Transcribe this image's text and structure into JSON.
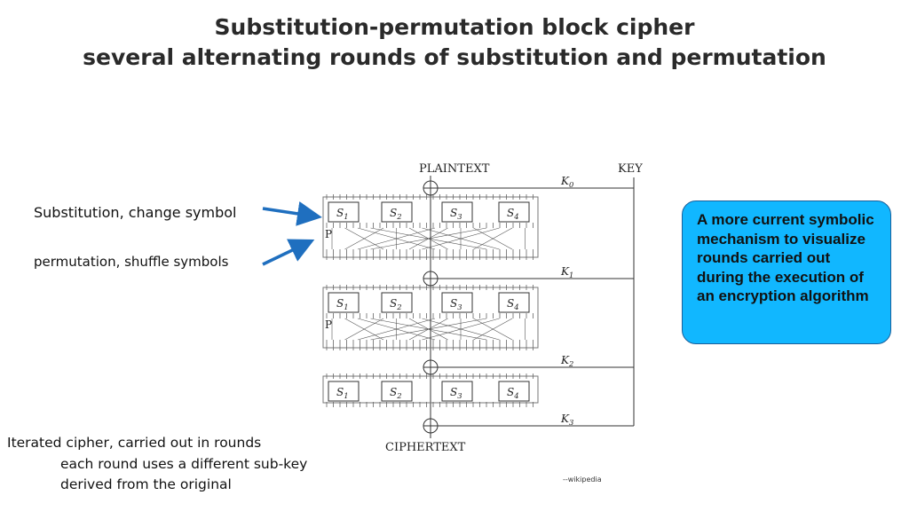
{
  "title": {
    "line1": "Substitution-permutation block cipher",
    "line2": "several alternating rounds of substitution and permutation"
  },
  "labels": {
    "substitution": "Substitution, change symbol",
    "permutation": "permutation, shuffle symbols"
  },
  "diagram": {
    "plaintext": "PLAINTEXT",
    "key": "KEY",
    "ciphertext": "CIPHERTEXT",
    "sbox_labels": [
      "S",
      "S",
      "S",
      "S"
    ],
    "sbox_subscripts": [
      "1",
      "2",
      "3",
      "4"
    ],
    "perm_label": "P",
    "key_label": "K",
    "key_subscripts": [
      "0",
      "1",
      "2",
      "3"
    ]
  },
  "callout": {
    "text": "A more current symbolic mechanism to visualize rounds carried out during the execution of an encryption algorithm"
  },
  "iterated": {
    "line1": "Iterated cipher, carried out in rounds",
    "line2": "each round uses a different sub-key",
    "line3": "derived from the original"
  },
  "source": "--wikipedia",
  "colors": {
    "arrow": "#1f6fbf",
    "callout_fill": "#11b7ff",
    "callout_border": "#1a5f9a"
  }
}
